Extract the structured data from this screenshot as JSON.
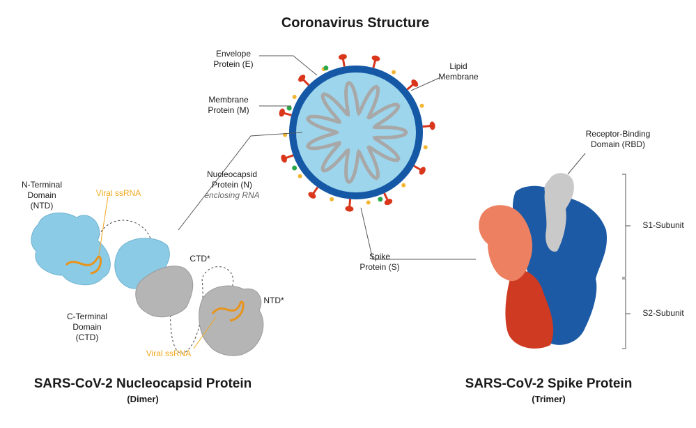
{
  "title": "Coronavirus Structure",
  "virion_labels": {
    "envelope": "Envelope\nProtein (E)",
    "membrane": "Membrane\nProtein (M)",
    "lipid": "Lipid\nMembrane",
    "nucleocapsid": "Nucleocapsid\nProtein (N)",
    "nucleocapsid_note": "enclosing RNA",
    "spike": "Spike\nProtein (S)"
  },
  "nucleocapsid_panel": {
    "ntd": "N-Terminal\nDomain\n(NTD)",
    "rna_top": "Viral ssRNA",
    "ctd_star": "CTD*",
    "ntd_star": "NTD*",
    "ctd": "C-Terminal\nDomain\n(CTD)",
    "rna_bottom": "Viral ssRNA",
    "heading": "SARS-CoV-2 Nucleocapsid Protein",
    "subheading": "(Dimer)"
  },
  "spike_panel": {
    "rbd": "Receptor-Binding\nDomain (RBD)",
    "s1": "S1-Subunit",
    "s2": "S2-Subunit",
    "heading": "SARS-CoV-2 Spike Protein",
    "subheading": "(Trimer)"
  },
  "colors": {
    "envelope_ring": "#1559a6",
    "interior": "#9dd6ec",
    "spike": "#d9361c",
    "membrane_protein": "#f2b632",
    "envelope_protein": "#29a84a",
    "rna_coil": "#a8a8a8",
    "ntd_blue": "#8ccbe6",
    "ctd_grey": "#b5b5b5",
    "ssrna": "#e8931a",
    "spike_blue": "#1c5aa5",
    "spike_red": "#cf3a22",
    "spike_salmon": "#ec8060",
    "rbd_grey": "#c9c9c9"
  }
}
